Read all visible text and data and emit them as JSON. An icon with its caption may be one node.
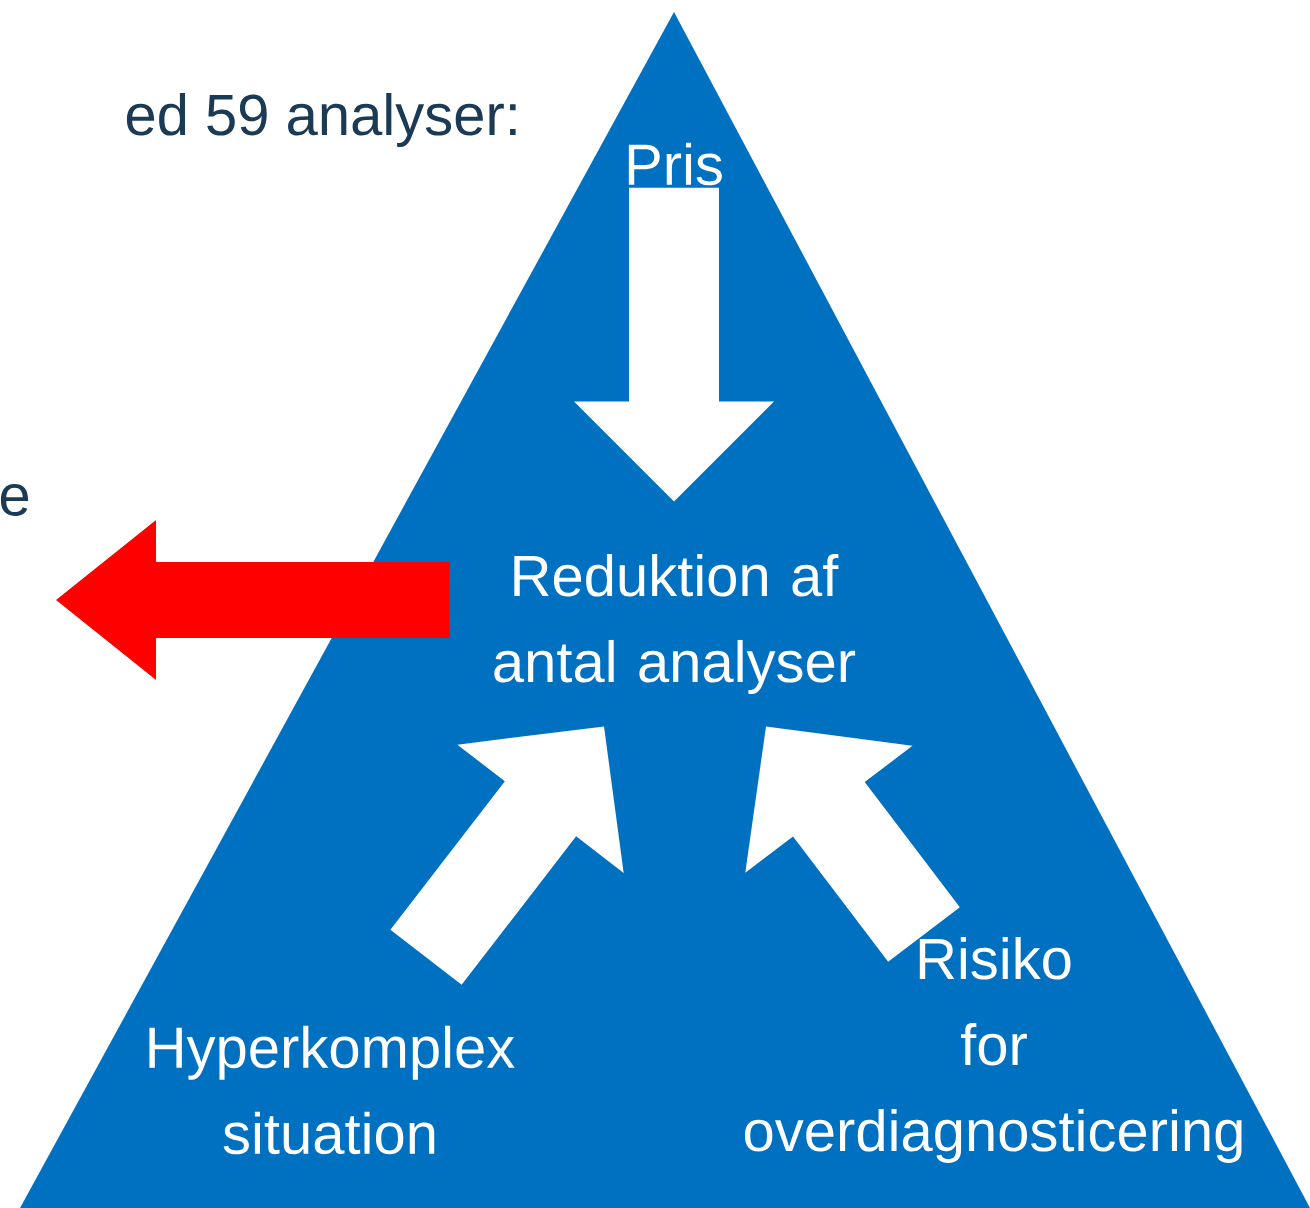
{
  "diagram": {
    "nodes": [
      {
        "text": [],
        "shape": "triangle"
      },
      {
        "text": [
          "Pris"
        ],
        "in": 0
      },
      {
        "text": [
          "Reduktion af antal analyser"
        ],
        "in": 0
      },
      {
        "text": [
          "Hyperkomplex situation"
        ],
        "in": 0
      },
      {
        "text": [
          "Risiko for overdiagnosticering"
        ],
        "in": 0
      }
    ],
    "edges": [
      {
        "from": 1,
        "to": 2,
        "arrow": "to"
      },
      {
        "from": 3,
        "to": 2,
        "arrow": "to"
      },
      {
        "from": 4,
        "to": 2,
        "arrow": "to"
      },
      {
        "from": 2,
        "to": null,
        "arrow": "to",
        "color": "#ff0000"
      }
    ],
    "labels": [
      "ed 59 analyser:",
      "e"
    ]
  }
}
